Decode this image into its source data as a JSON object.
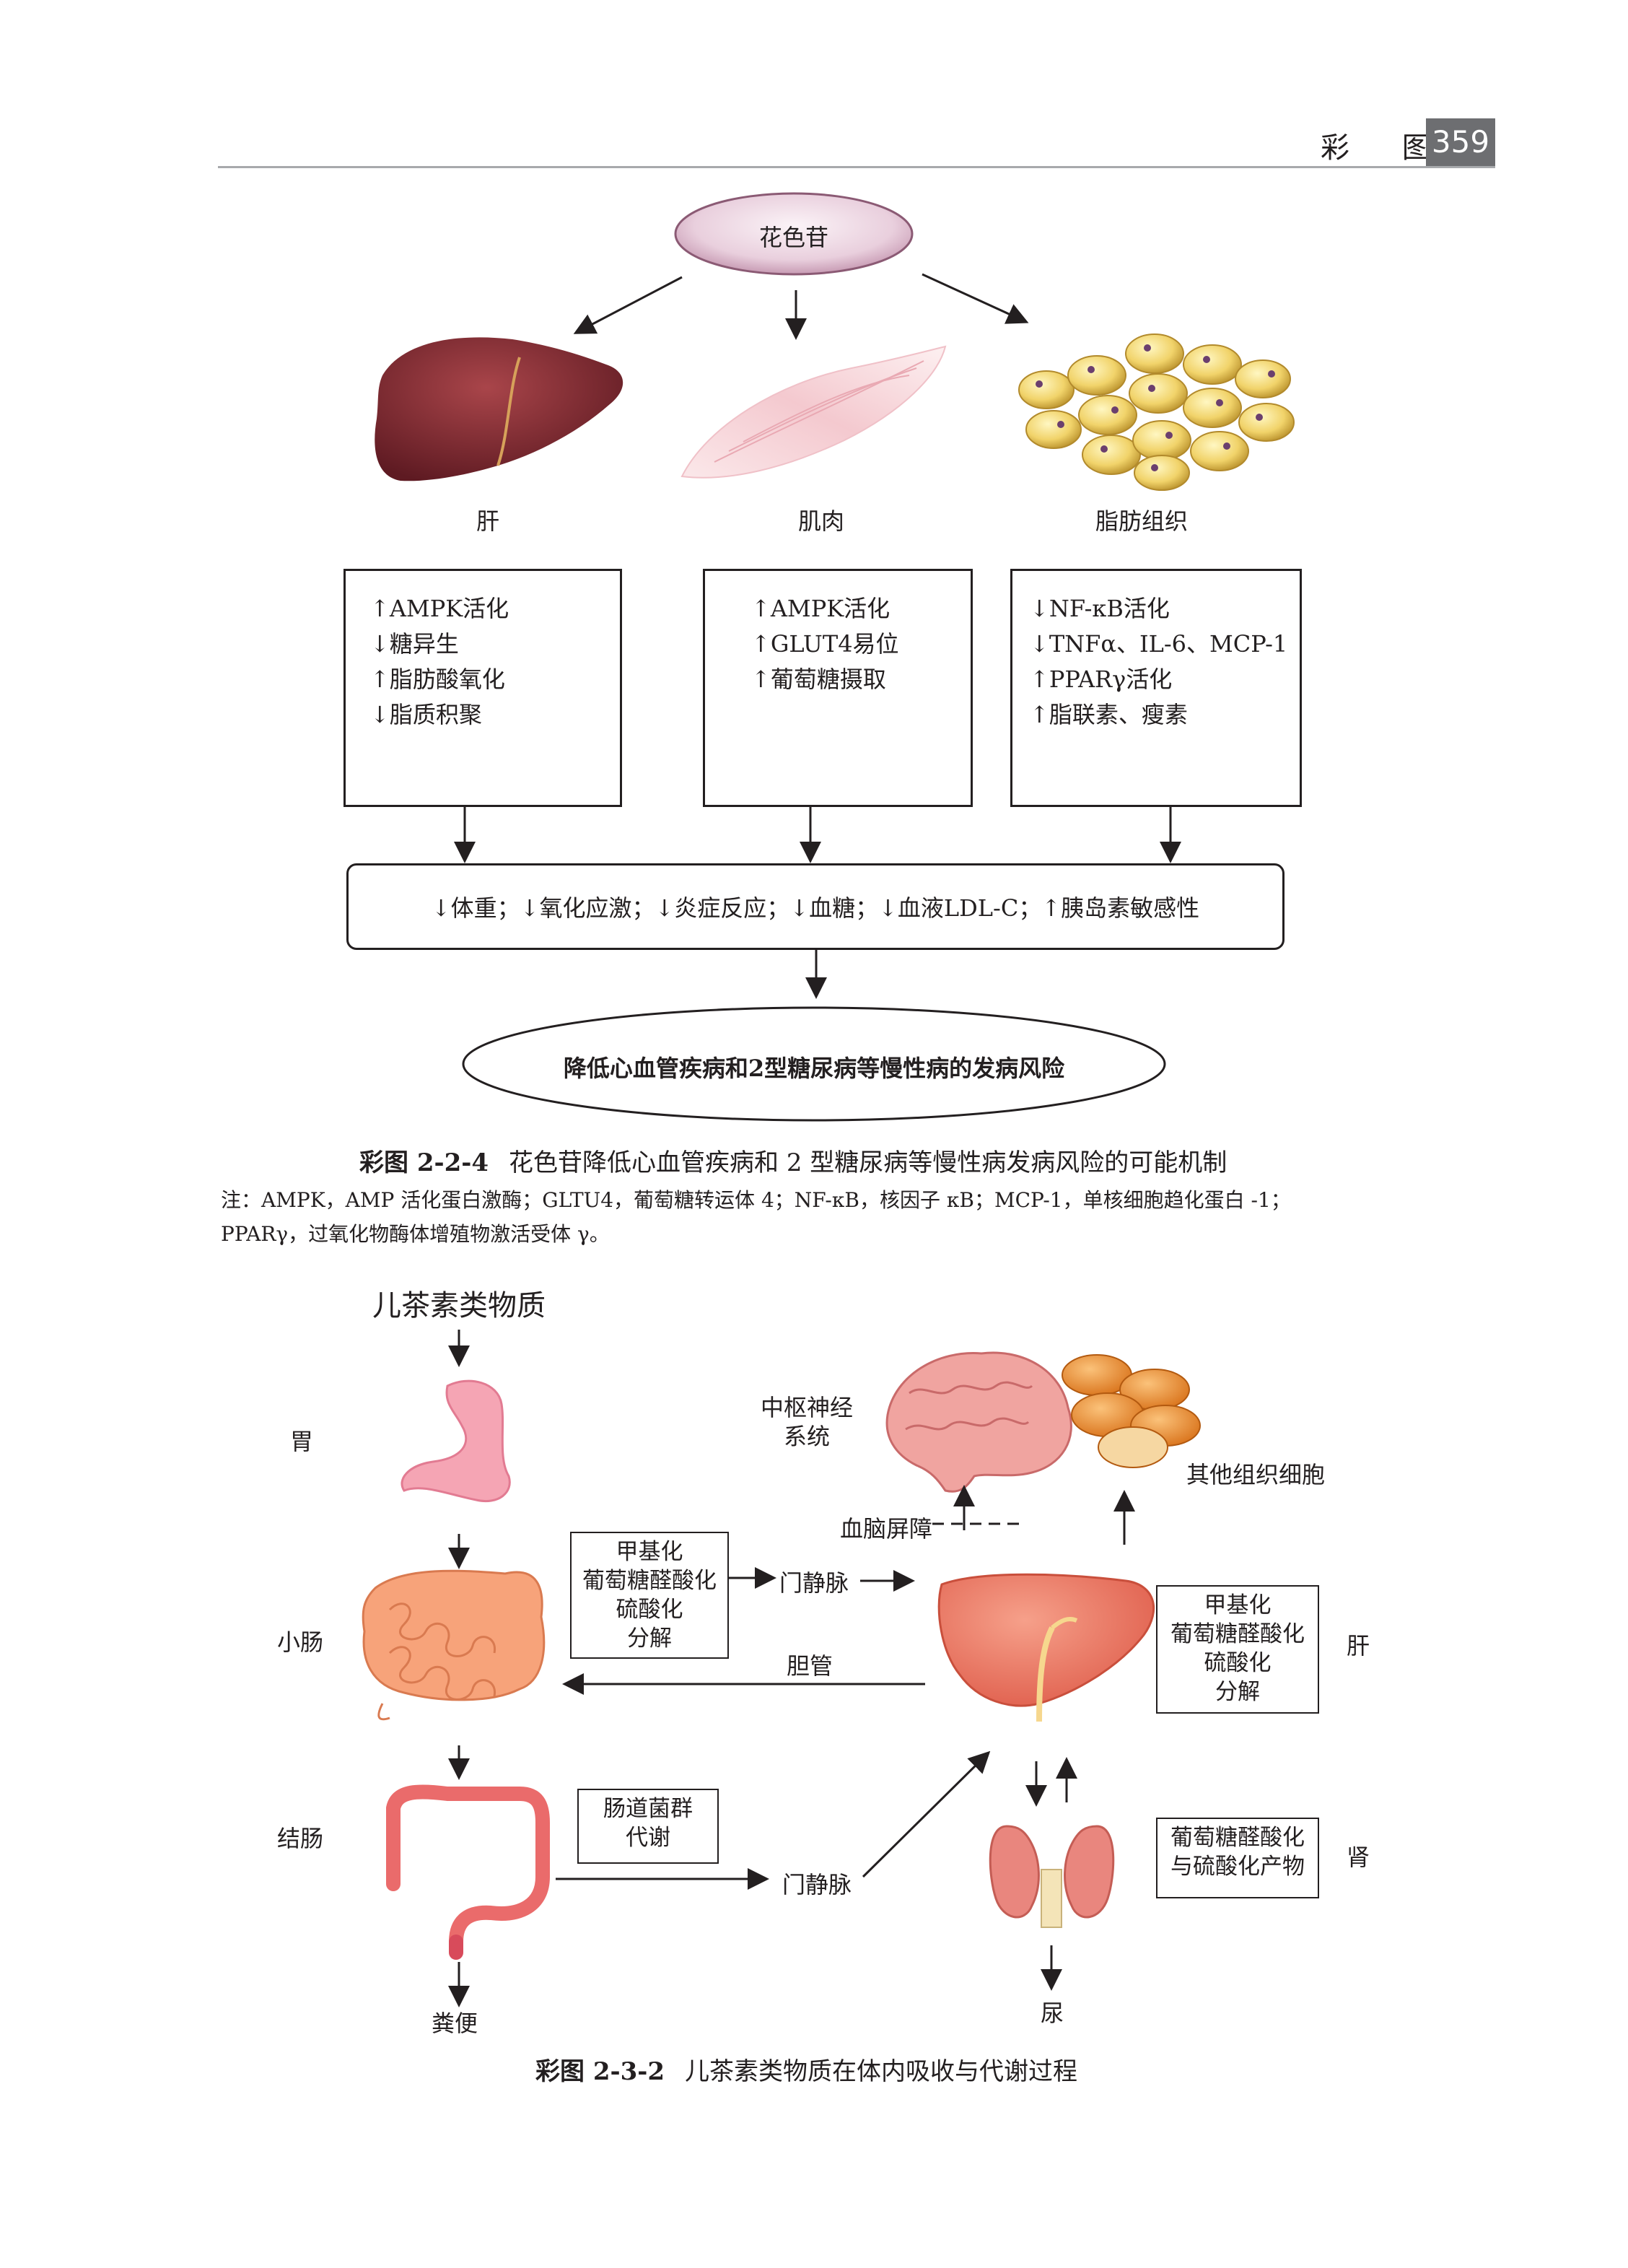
{
  "header": {
    "section": "彩 图",
    "page_number": "359"
  },
  "figure1": {
    "source": "花色苷",
    "organs": {
      "liver": "肝",
      "muscle": "肌肉",
      "adipose": "脂肪组织"
    },
    "liver_box": [
      "↑AMPK活化",
      "↓糖异生",
      "↑脂肪酸氧化",
      "↓脂质积聚"
    ],
    "muscle_box": [
      "↑AMPK活化",
      "↑GLUT4易位",
      "↑葡萄糖摄取"
    ],
    "adipose_box": [
      "↓NF-κB活化",
      "↓TNFα、IL-6、MCP-1",
      "↑PPARγ活化",
      "↑脂联素、瘦素"
    ],
    "effects": "↓体重；↓氧化应激；↓炎症反应；↓血糖；↓血液LDL-C；↑胰岛素敏感性",
    "outcome": "降低心血管疾病和2型糖尿病等慢性病的发病风险",
    "caption_id": "彩图 2-2-4",
    "caption_text": "花色苷降低心血管疾病和 2 型糖尿病等慢性病发病风险的可能机制",
    "note_line1": "注：AMPK，AMP 活化蛋白激酶；GLTU4，葡萄糖转运体 4；NF-κB，核因子 κB；MCP-1，单核细胞趋化蛋白 -1；",
    "note_line2": "PPARγ，过氧化物酶体增殖物激活受体 γ。"
  },
  "figure2": {
    "title": "儿茶素类物质",
    "left_labels": {
      "stomach": "胃",
      "small_intestine": "小肠",
      "colon": "结肠"
    },
    "feces": "粪便",
    "intestine_box": [
      "甲基化",
      "葡萄糖醛酸化",
      "硫酸化",
      "分解"
    ],
    "portal_vein_1": "门静脉",
    "bile_duct": "胆管",
    "gut_flora_box": [
      "肠道菌群",
      "代谢"
    ],
    "portal_vein_2": "门静脉",
    "cns": [
      "中枢神经",
      "系统"
    ],
    "bbb": "血脑屏障",
    "other_cells": "其他组织细胞",
    "liver_box": [
      "甲基化",
      "葡萄糖醛酸化",
      "硫酸化",
      "分解"
    ],
    "liver_label": "肝",
    "kidney_box": [
      "葡萄糖醛酸化",
      "与硫酸化产物"
    ],
    "kidney_label": "肾",
    "urine": "尿",
    "caption_id": "彩图 2-3-2",
    "caption_text": "儿茶素类物质在体内吸收与代谢过程"
  }
}
